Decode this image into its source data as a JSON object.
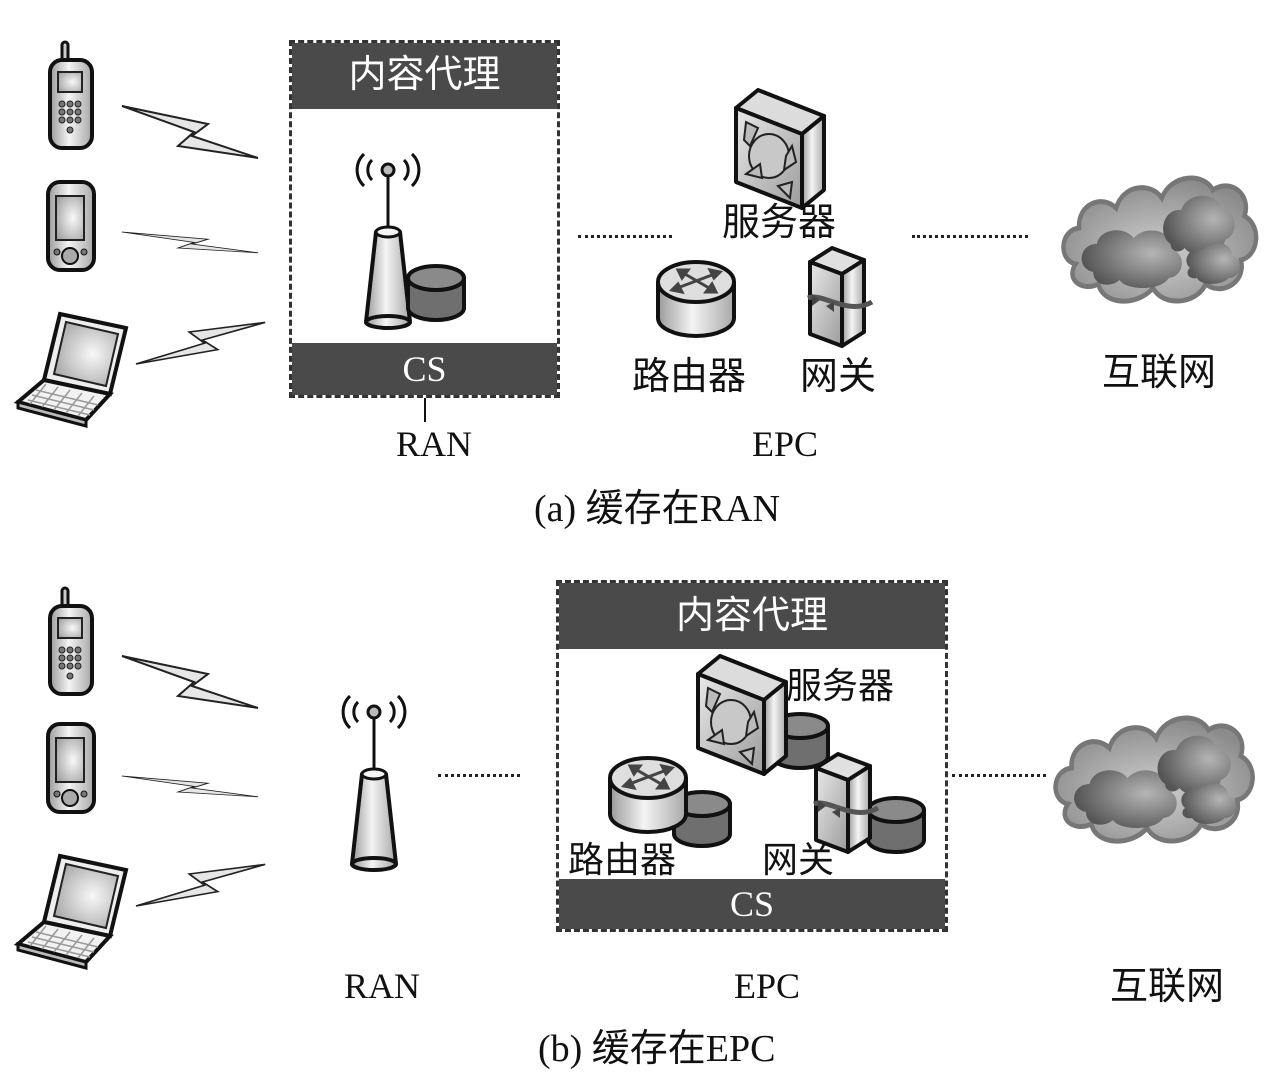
{
  "diagram_title": "RAN / EPC content caching placement",
  "colors": {
    "proxy_bar": "#4a4a4a",
    "proxy_bar_text": "#ffffff",
    "storage_cylinder": "#7a7a7a",
    "outline": "#111111",
    "device_fill": "#d9d9d9"
  },
  "panel_a": {
    "proxy_title": "内容代理",
    "cs_label": "CS",
    "server_label": "服务器",
    "router_label": "路由器",
    "gateway_label": "网关",
    "internet_label": "互联网",
    "ran_label": "RAN",
    "epc_label": "EPC",
    "caption": "(a) 缓存在RAN",
    "devices": [
      {
        "name": "feature-phone",
        "icon": "mobile-phone-icon"
      },
      {
        "name": "pda",
        "icon": "pda-icon"
      },
      {
        "name": "laptop",
        "icon": "laptop-icon"
      }
    ]
  },
  "panel_b": {
    "proxy_title": "内容代理",
    "cs_label": "CS",
    "server_label": "服务器",
    "router_label": "路由器",
    "gateway_label": "网关",
    "internet_label": "互联网",
    "ran_label": "RAN",
    "epc_label": "EPC",
    "caption": "(b) 缓存在EPC",
    "devices": [
      {
        "name": "feature-phone",
        "icon": "mobile-phone-icon"
      },
      {
        "name": "pda",
        "icon": "pda-icon"
      },
      {
        "name": "laptop",
        "icon": "laptop-icon"
      }
    ]
  }
}
